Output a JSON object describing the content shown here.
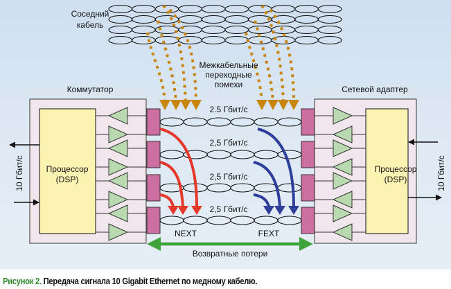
{
  "diagram": {
    "neighbor_cable_label": [
      "Соседний",
      "кабель"
    ],
    "alien_crosstalk_label": [
      "Межкабельные",
      "переходные",
      "помехи"
    ],
    "left_device": {
      "title": "Коммутатор",
      "processor_label": [
        "Процессор",
        "(DSP)"
      ],
      "rate_label": "10 Гбит/с"
    },
    "right_device": {
      "title": "Сетевой адаптер",
      "processor_label": [
        "Процессор",
        "(DSP)"
      ],
      "rate_label": "10 Гбит/с"
    },
    "pair_rates": [
      "2.5 Гбит/с",
      "2,5 Гбит/с",
      "2,5 Гбит/с",
      "2,5 Гбит/с"
    ],
    "next_label": "NEXT",
    "fext_label": "FEXT",
    "return_loss_label": "Возвратные потери",
    "colors": {
      "background": "#d6e4f1",
      "device_fill": "#f1e6ec",
      "processor_fill": "#fbf3b2",
      "amplifier_fill": "#b9d9b0",
      "port_fill": "#cc6fa0",
      "alien_crosstalk": "#c8860f",
      "next_arrow": "#e4392b",
      "fext_arrow": "#2e3f9b",
      "return_loss_arrow": "#3ea33a",
      "caption_figure": "#2e8b2e"
    }
  },
  "caption": {
    "figure": "Рисунок 2.",
    "text": " Передача сигнала 10 Gigabit Ethernet  по медному кабелю."
  }
}
